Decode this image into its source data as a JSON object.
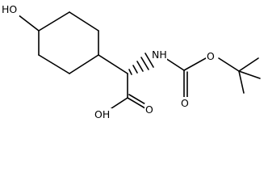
{
  "structure": {
    "atom_labels": {
      "hydroxyl_ring": "HO",
      "amine": "NH",
      "carbamate_ester_oxygen": "O",
      "carbamate_carbonyl_oxygen": "O",
      "acid_hydroxyl": "OH",
      "acid_carbonyl_oxygen": "O"
    },
    "stereo": {
      "alpha_carbon_to_nitrogen": "hashed-wedge"
    }
  }
}
